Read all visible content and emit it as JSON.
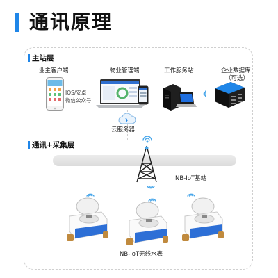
{
  "title": "通讯原理",
  "master_layer": {
    "label": "主站层",
    "owner_client": "业主客户端",
    "ios_label": "IOS/安卓",
    "wechat_label": "微信公众号",
    "property_client": "物业管理端",
    "workstation": "工作服务站",
    "enterprise_db": "企业数据库",
    "optional": "（可选）",
    "cloud_server": "云服务器"
  },
  "comm_layer": {
    "label": "通讯+采集层",
    "base_station": "NB-IoT基站",
    "water_meter": "NB-IoT无线水表"
  },
  "colors": {
    "accent": "#1f86e8",
    "dashed": "#cfcfcf",
    "meter_blue": "#2d6fd6",
    "wifi": "#4aa7ea"
  }
}
